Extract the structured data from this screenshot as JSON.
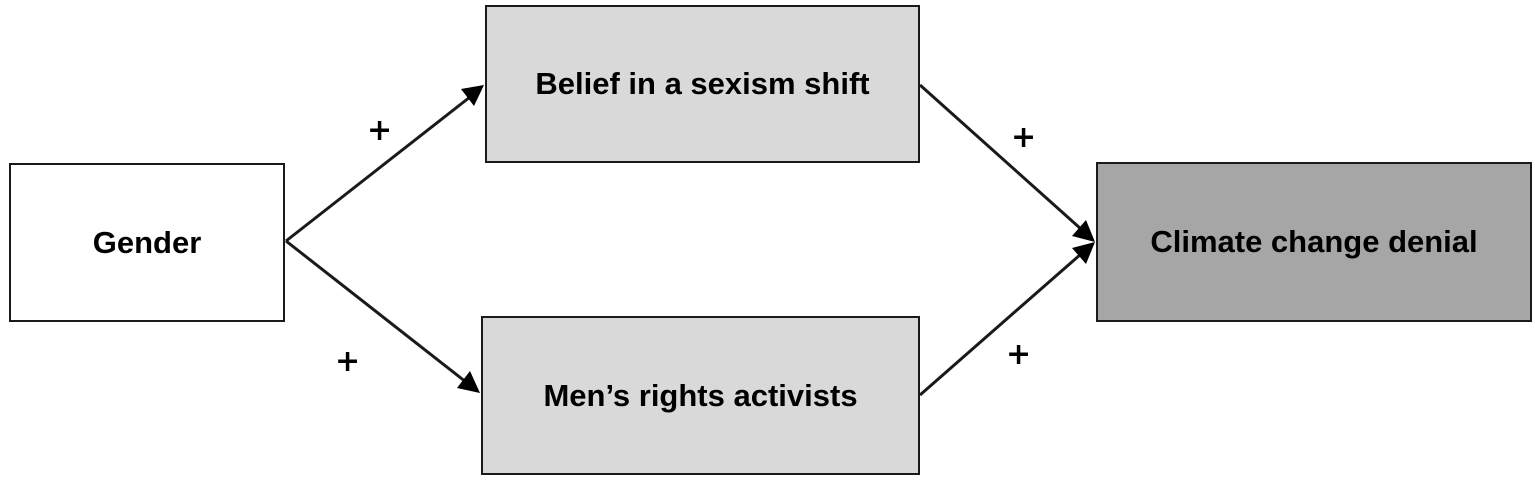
{
  "nodes": {
    "gender": "Gender",
    "belief": "Belief in a sexism shift",
    "mra": "Men’s rights activists",
    "climate": "Climate change denial"
  },
  "edges": [
    {
      "from": "gender",
      "to": "belief",
      "sign": "+"
    },
    {
      "from": "gender",
      "to": "mra",
      "sign": "+"
    },
    {
      "from": "belief",
      "to": "climate",
      "sign": "+"
    },
    {
      "from": "mra",
      "to": "climate",
      "sign": "+"
    }
  ],
  "colors": {
    "gender_fill": "#ffffff",
    "mediator_fill": "#d9d9d9",
    "outcome_fill": "#a6a6a6",
    "line": "#1a1a1a"
  }
}
